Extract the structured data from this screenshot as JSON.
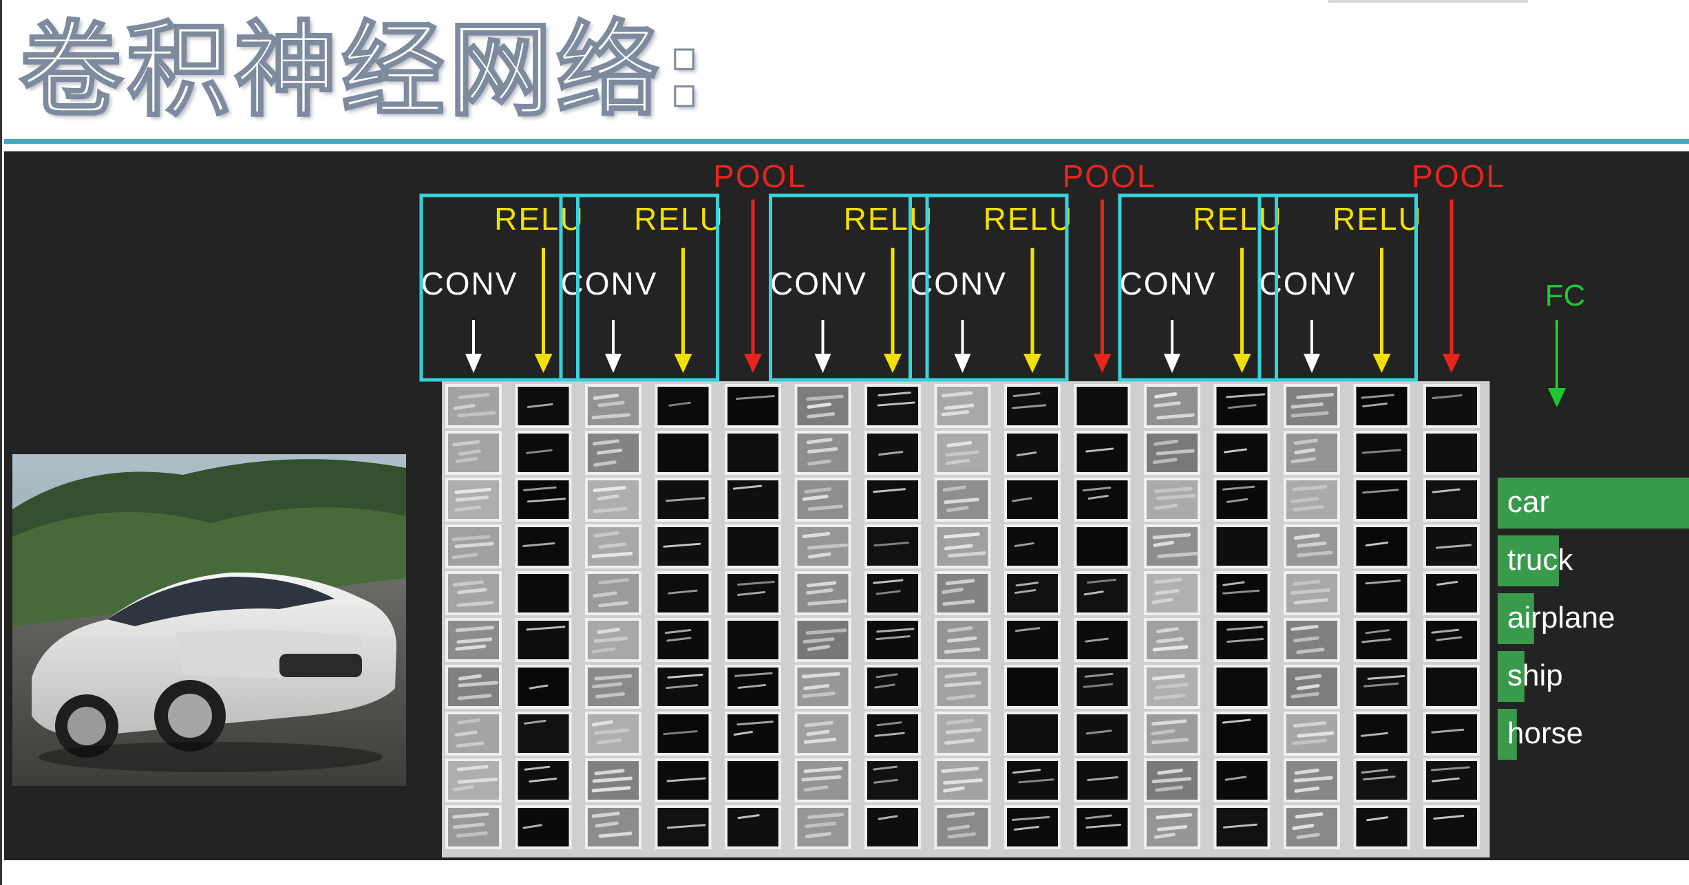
{
  "title": "卷积神经网络:",
  "colors": {
    "background": "#232323",
    "divider": "#47a9c1",
    "conv_arrow": "#ffffff",
    "relu": "#f2e000",
    "pool": "#e8241c",
    "fc": "#1ec832",
    "highlight_box": "#35d3db",
    "score_bar": "#3a9a4c"
  },
  "input_image": {
    "icon": "car-photo",
    "description_label": ""
  },
  "layers": [
    {
      "type": "CONV",
      "label": "CONV"
    },
    {
      "type": "RELU",
      "label": "RELU"
    },
    {
      "type": "CONV",
      "label": "CONV"
    },
    {
      "type": "RELU",
      "label": "RELU"
    },
    {
      "type": "POOL",
      "label": "POOL"
    },
    {
      "type": "CONV",
      "label": "CONV"
    },
    {
      "type": "RELU",
      "label": "RELU"
    },
    {
      "type": "CONV",
      "label": "CONV"
    },
    {
      "type": "RELU",
      "label": "RELU"
    },
    {
      "type": "POOL",
      "label": "POOL"
    },
    {
      "type": "CONV",
      "label": "CONV"
    },
    {
      "type": "RELU",
      "label": "RELU"
    },
    {
      "type": "CONV",
      "label": "CONV"
    },
    {
      "type": "RELU",
      "label": "RELU"
    },
    {
      "type": "POOL",
      "label": "POOL"
    }
  ],
  "highlight_groups": 6,
  "feature_maps_per_layer": 10,
  "fc": {
    "label": "FC",
    "classes": [
      {
        "label": "car",
        "score": 1.0
      },
      {
        "label": "truck",
        "score": 0.32
      },
      {
        "label": "airplane",
        "score": 0.19
      },
      {
        "label": "ship",
        "score": 0.14
      },
      {
        "label": "horse",
        "score": 0.1
      }
    ]
  }
}
